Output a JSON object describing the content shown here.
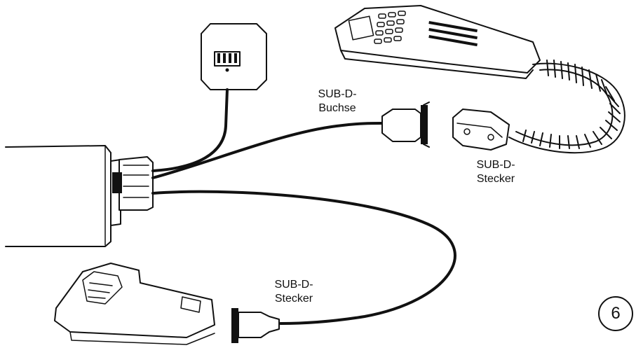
{
  "labels": {
    "buchse_top": {
      "line1": "SUB-D-",
      "line2": "Buchse"
    },
    "stecker_right": {
      "line1": "SUB-D-",
      "line2": "Stecker"
    },
    "stecker_bottom": {
      "line1": "SUB-D-",
      "line2": "Stecker"
    }
  },
  "figure_number": "6",
  "colors": {
    "ink": "#111111",
    "paper": "#ffffff"
  }
}
